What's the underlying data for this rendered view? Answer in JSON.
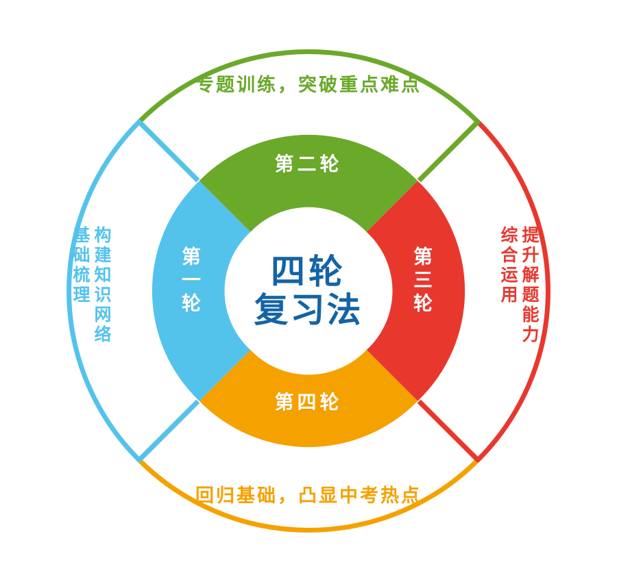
{
  "diagram": {
    "title_line1": "四轮",
    "title_line2": "复习法",
    "center_color": "#1464a5",
    "segments": [
      {
        "id": "round-1",
        "ring_label": "第一轮",
        "caption_main": "构建知识网络",
        "caption_sub": "基础梳理",
        "color": "#54c3ec",
        "position": "left"
      },
      {
        "id": "round-2",
        "ring_label": "第二轮",
        "caption": "专题训练，突破重点难点",
        "color": "#6aa92a",
        "position": "top"
      },
      {
        "id": "round-3",
        "ring_label": "第三轮",
        "caption_main": "提升解题能力",
        "caption_sub": "综合运用",
        "color": "#e8382e",
        "position": "right"
      },
      {
        "id": "round-4",
        "ring_label": "第四轮",
        "caption": "回归基础，凸显中考热点",
        "color": "#f5a100",
        "position": "bottom"
      }
    ]
  }
}
